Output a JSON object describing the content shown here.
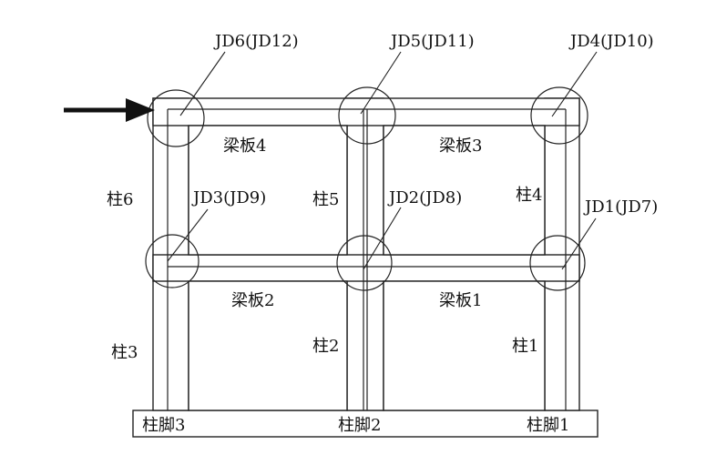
{
  "joints": [
    {
      "id": "jd1",
      "label": "JD1(JD7)"
    },
    {
      "id": "jd2",
      "label": "JD2(JD8)"
    },
    {
      "id": "jd3",
      "label": "JD3(JD9)"
    },
    {
      "id": "jd4",
      "label": "JD4(JD10)"
    },
    {
      "id": "jd5",
      "label": "JD5(JD11)"
    },
    {
      "id": "jd6",
      "label": "JD6(JD12)"
    }
  ],
  "slabs": [
    "梁板1",
    "梁板2",
    "梁板3",
    "梁板4"
  ],
  "columns": [
    "柱1",
    "柱2",
    "柱3",
    "柱4",
    "柱5",
    "柱6"
  ],
  "footings": [
    "柱脚1",
    "柱脚2",
    "柱脚3"
  ],
  "colors": {
    "line": "#222222",
    "text": "#111111",
    "background": "#ffffff"
  }
}
